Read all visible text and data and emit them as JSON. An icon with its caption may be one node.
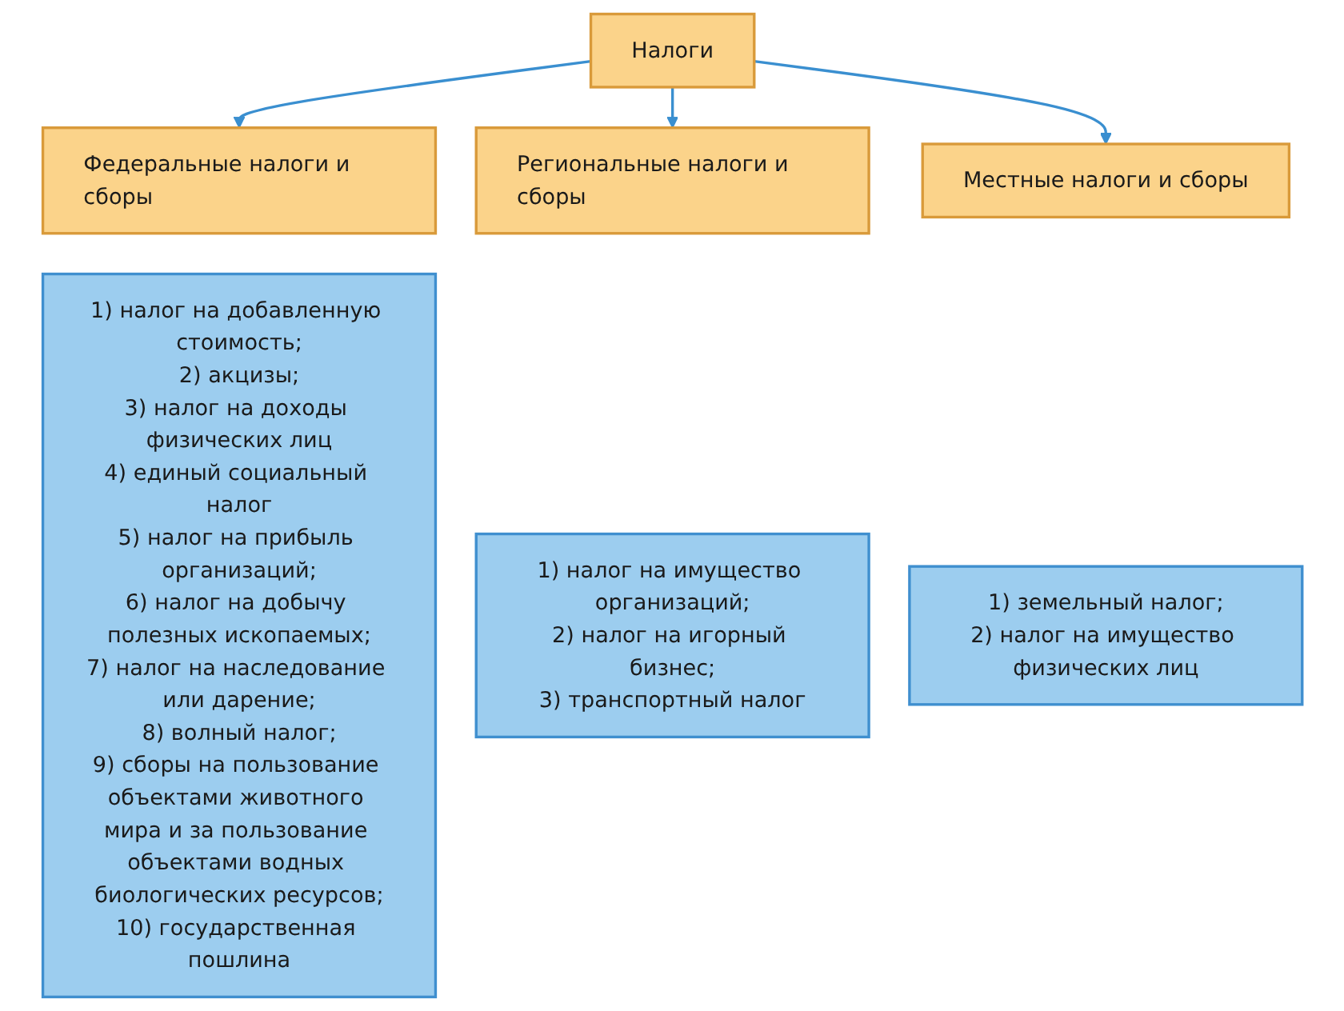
{
  "diagram": {
    "nodes": [
      {
        "text": [
          "Налоги"
        ]
      },
      {
        "text": [
          "Федеральные налоги и сборы"
        ]
      },
      {
        "text": [
          "1) налог на добавленную стоимость;",
          "2) акцизы;",
          "3) налог на доходы физических лиц",
          "4) единый социальный налог",
          "5) налог на прибыль организаций;",
          "6) налог на добычу полезных ископаемых;",
          "7) налог на наследование или дарение;",
          "8) волный налог;",
          "9) сборы на пользование объектами животного мира и за пользование объектами водных биологических ресурсов;",
          "10) государственная пошлина"
        ]
      },
      {
        "text": [
          "Региональные налоги и сборы"
        ]
      },
      {
        "text": [
          "1) налог на имущество организаций;",
          "2) налог на игорный бизнес;",
          "3) транспортный налог"
        ]
      },
      {
        "text": [
          "Местные налоги и сборы"
        ]
      },
      {
        "text": [
          "1) земельный налог;",
          "2) налог на имущество физических лиц"
        ]
      }
    ],
    "edges": [
      {
        "from": 0,
        "to": 1,
        "arrow": "to"
      },
      {
        "from": 0,
        "to": 3,
        "arrow": "to"
      },
      {
        "from": 0,
        "to": 5,
        "arrow": "to"
      }
    ]
  }
}
